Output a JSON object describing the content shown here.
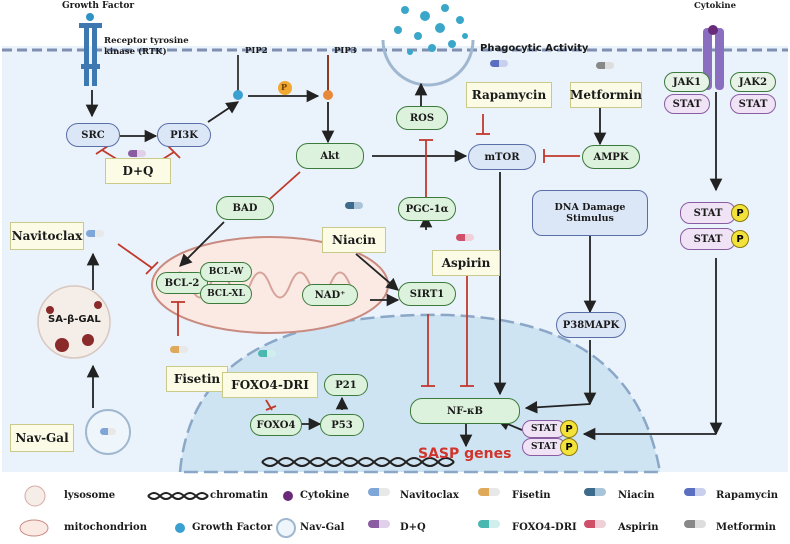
{
  "labels": {
    "growth_factor": "Growth Factor",
    "rtk": "Receptor tyrosine kinase (RTK)",
    "pip2": "PIP2",
    "pip3": "PIP3",
    "p": "P",
    "phagocytic": "Phagocytic Activity",
    "cytokine": "Cytokine",
    "sa_gal": "SA-β-GAL",
    "sasp": "SASP genes",
    "nad": "NAD⁺",
    "bcl_w": "BCL-W",
    "bcl_xl": "BCL-XL",
    "bcl2": "BCL-2"
  },
  "nodes": {
    "src": "SRC",
    "pi3k": "PI3K",
    "akt": "Akt",
    "ros": "ROS",
    "mtor": "mTOR",
    "ampk": "AMPK",
    "bad": "BAD",
    "pgc": "PGC-1α",
    "sirt1": "SIRT1",
    "dna": "DNA Damage Stimulus",
    "p38": "P38MAPK",
    "nfkb": "NF-κB",
    "p21": "P21",
    "p53": "P53",
    "foxo4": "FOXO4",
    "jak1": "JAK1",
    "jak2": "JAK2",
    "stat": "STAT"
  },
  "drugs": {
    "dq": "D+Q",
    "navitoclax": "Navitoclax",
    "rapamycin": "Rapamycin",
    "metformin": "Metformin",
    "niacin": "Niacin",
    "aspirin": "Aspirin",
    "fisetin": "Fisetin",
    "foxo4dri": "FOXO4-DRI",
    "navgal": "Nav-Gal"
  },
  "legend": [
    {
      "label": "lysosome"
    },
    {
      "label": "chromatin"
    },
    {
      "label": "Cytokine"
    },
    {
      "label": "Navitoclax"
    },
    {
      "label": "Fisetin"
    },
    {
      "label": "Niacin"
    },
    {
      "label": "Rapamycin"
    },
    {
      "label": "mitochondrion"
    },
    {
      "label": "Growth Factor"
    },
    {
      "label": "Nav-Gal"
    },
    {
      "label": "D+Q"
    },
    {
      "label": "FOXO4-DRI"
    },
    {
      "label": "Aspirin"
    },
    {
      "label": "Metformin"
    }
  ],
  "colors": {
    "cell": "#eaf2fb",
    "nucleus": "#cfe4f2",
    "inhibit": "#c0392b",
    "arrow": "#222222",
    "sasp": "#d0342c"
  }
}
